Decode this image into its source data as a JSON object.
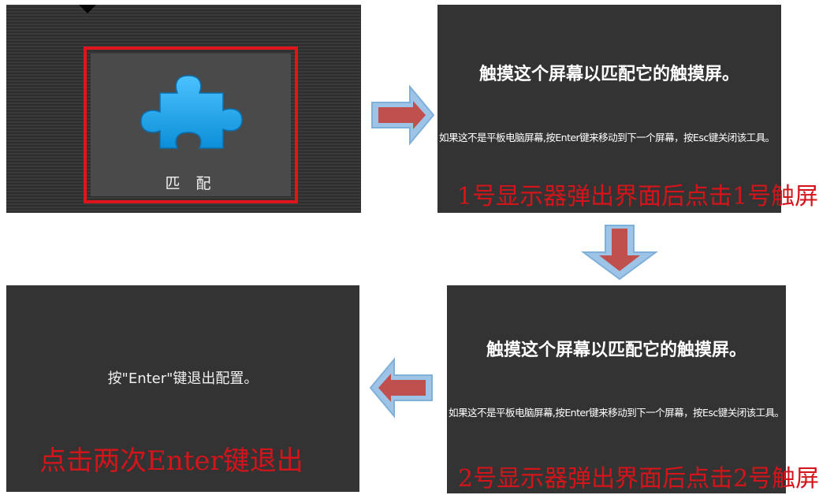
{
  "panel1": {
    "tile_label": "匹 配",
    "icon": "puzzle-piece-icon",
    "highlight_color": "#e0141b"
  },
  "panel2": {
    "title": "触摸这个屏幕以匹配它的触摸屏。",
    "subtitle": "如果这不是平板电脑屏幕,按Enter键来移动到下一个屏幕，按Esc键关闭该工具。",
    "note": "1号显示器弹出界面后点击1号触屏"
  },
  "panel3": {
    "title": "触摸这个屏幕以匹配它的触摸屏。",
    "subtitle": "如果这不是平板电脑屏幕,按Enter键来移动到下一个屏幕，按Esc键关闭该工具。",
    "note": "2号显示器弹出界面后点击2号触屏"
  },
  "panel4": {
    "exit_hint": "按\"Enter\"键退出配置。",
    "note": "点击两次Enter键退出"
  },
  "arrows": [
    "right-arrow-icon",
    "down-arrow-icon",
    "left-arrow-icon"
  ],
  "colors": {
    "panel_bg": "#333333",
    "note_red": "#d3151b",
    "arrow_fill": "#c0504d",
    "arrow_outline": "#9dc3e6",
    "puzzle_blue": "#1ea7ee"
  }
}
